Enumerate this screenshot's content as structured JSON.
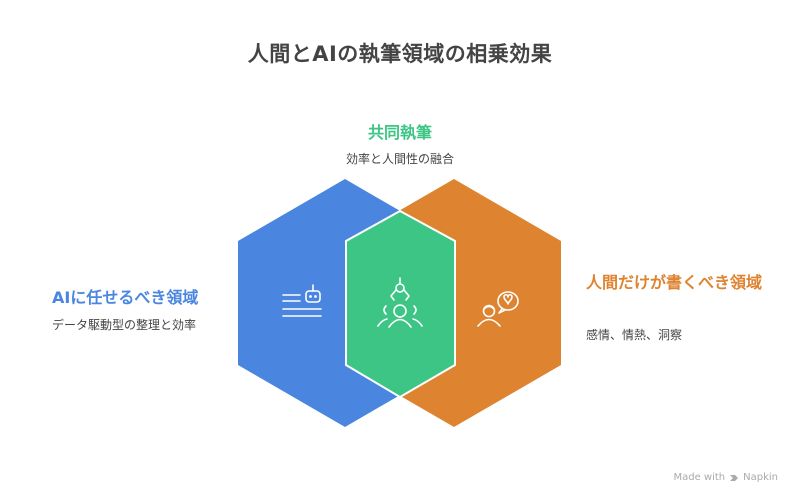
{
  "title": "人間とAIの執筆領域の相乗効果",
  "colors": {
    "ai": "#4A86E0",
    "shared": "#3DC585",
    "human": "#DE8431",
    "text": "#444444"
  },
  "sections": {
    "ai": {
      "title": "AIに任せるべき領域",
      "description": "データ駆動型の整理と効率",
      "icon": "robot-document-icon"
    },
    "shared": {
      "title": "共同執筆",
      "description": "効率と人間性の融合",
      "icon": "robot-arm-team-icon"
    },
    "human": {
      "title": "人間だけが書くべき領域",
      "description": "感情、情熱、洞察",
      "icon": "person-heart-speech-icon"
    }
  },
  "watermark": {
    "prefix": "Made with",
    "brand": "Napkin"
  }
}
